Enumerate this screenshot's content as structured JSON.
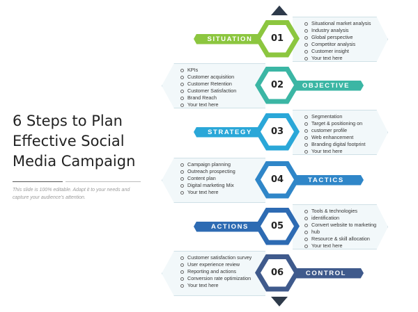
{
  "title_lines": [
    "6 Steps to Plan",
    "Effective Social",
    "Media Campaign"
  ],
  "subtitle_lines": [
    "This slide is 100% editable. Adapt it to your needs and",
    "capture your audience's attention."
  ],
  "steps": [
    {
      "number": "01",
      "label": "SITUATION",
      "side": "left",
      "color": "#8cc63f",
      "items": [
        "Situational market analysis",
        "Industry analysis",
        "Global perspective",
        "Competitor analysis",
        "Customer insight",
        "Your text here"
      ]
    },
    {
      "number": "02",
      "label": "OBJECTIVE",
      "side": "right",
      "color": "#3bb6a4",
      "items": [
        "KPIs",
        "Customer acquisition",
        "Customer Retention",
        "Customer Satisfaction",
        "Brand Reach",
        "Your text here"
      ]
    },
    {
      "number": "03",
      "label": "STRATEGY",
      "side": "left",
      "color": "#2aa7d8",
      "items": [
        "Segmentation",
        "Target & positioning on",
        "customer profile",
        "Web enhancement",
        "Branding digital footprint",
        "Your text here"
      ]
    },
    {
      "number": "04",
      "label": "TACTICS",
      "side": "right",
      "color": "#2f86c8",
      "items": [
        "Campaign planning",
        "Outreach prospecting",
        "Content plan",
        "Digital marketing Mix",
        "Your text here"
      ]
    },
    {
      "number": "05",
      "label": "ACTIONS",
      "side": "left",
      "color": "#2d6bb3",
      "items": [
        "Tools & technologies",
        "identification",
        "Convert website to marketing",
        "hub",
        "Resource & skill allocation",
        "Your text here"
      ]
    },
    {
      "number": "06",
      "label": "CONTROL",
      "side": "right",
      "color": "#3f5a8c",
      "items": [
        "Customer satisfaction survey",
        "User experience review",
        "Reporting and actions",
        "Conversion rate optimization",
        "Your text here"
      ]
    }
  ]
}
